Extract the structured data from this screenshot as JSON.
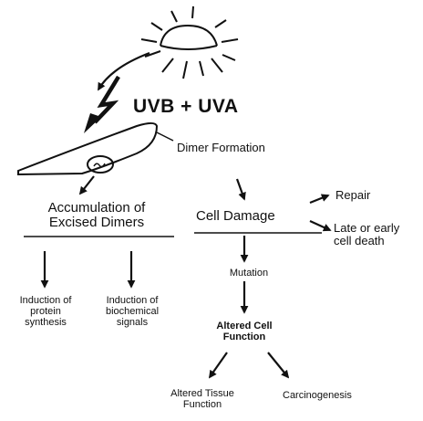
{
  "diagram": {
    "radiation_label": "UVB + UVA",
    "dimer_formation": "Dimer Formation",
    "accumulation_line1": "Accumulation of",
    "accumulation_line2": "Excised Dimers",
    "cell_damage": "Cell Damage",
    "repair": "Repair",
    "cell_death_line1": "Late or early",
    "cell_death_line2": "cell death",
    "induction_protein_line1": "Induction of",
    "induction_protein_line2": "protein",
    "induction_protein_line3": "synthesis",
    "induction_signals_line1": "Induction of",
    "induction_signals_line2": "biochemical",
    "induction_signals_line3": "signals",
    "mutation": "Mutation",
    "altered_cell_line1": "Altered Cell",
    "altered_cell_line2": "Function",
    "altered_tissue_line1": "Altered Tissue",
    "altered_tissue_line2": "Function",
    "carcinogenesis": "Carcinogenesis"
  },
  "colors": {
    "ink": "#111111",
    "background": "#ffffff"
  }
}
